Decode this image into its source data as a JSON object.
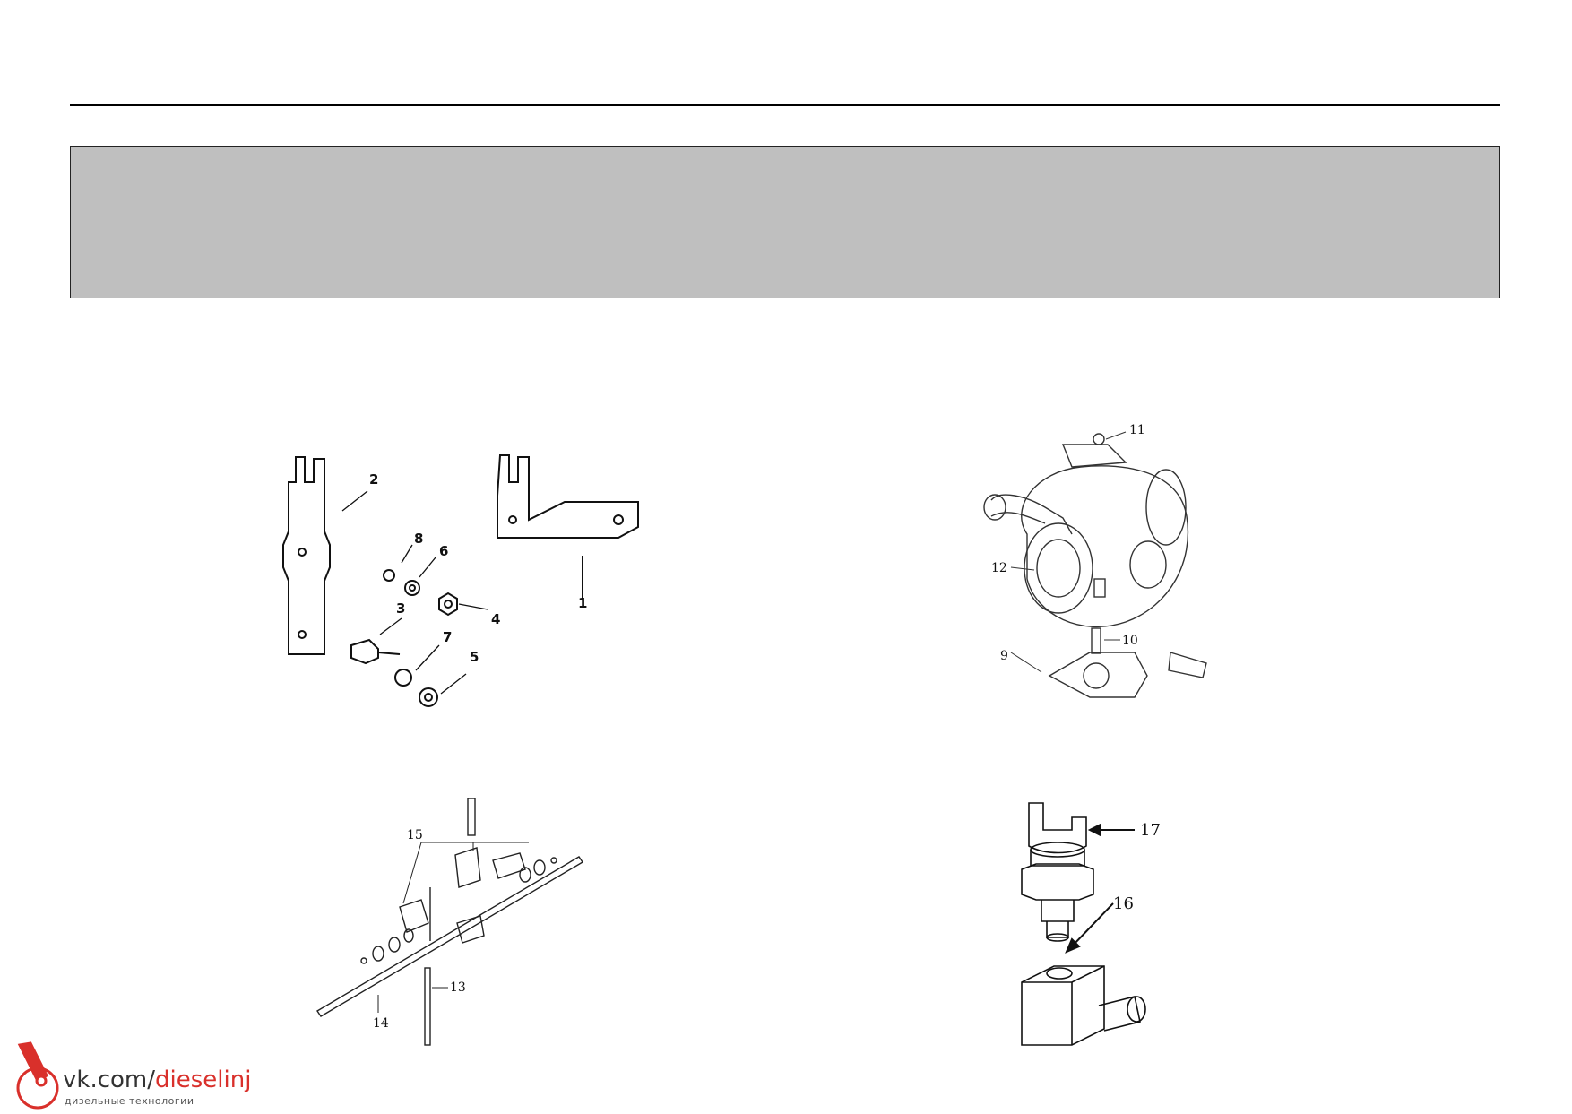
{
  "figures": {
    "bracket": {
      "labels": [
        "1",
        "2",
        "3",
        "4",
        "5",
        "6",
        "7",
        "8"
      ]
    },
    "turbo": {
      "labels": [
        "9",
        "10",
        "11",
        "12"
      ]
    },
    "rocker": {
      "labels": [
        "13",
        "14",
        "15"
      ]
    },
    "sensor": {
      "labels": [
        "16",
        "17"
      ]
    }
  },
  "watermark": {
    "url_prefix": "vk.com/",
    "url_accent": "dieselinj",
    "subtitle": "дизельные технологии",
    "accent_color": "#d9302b"
  }
}
